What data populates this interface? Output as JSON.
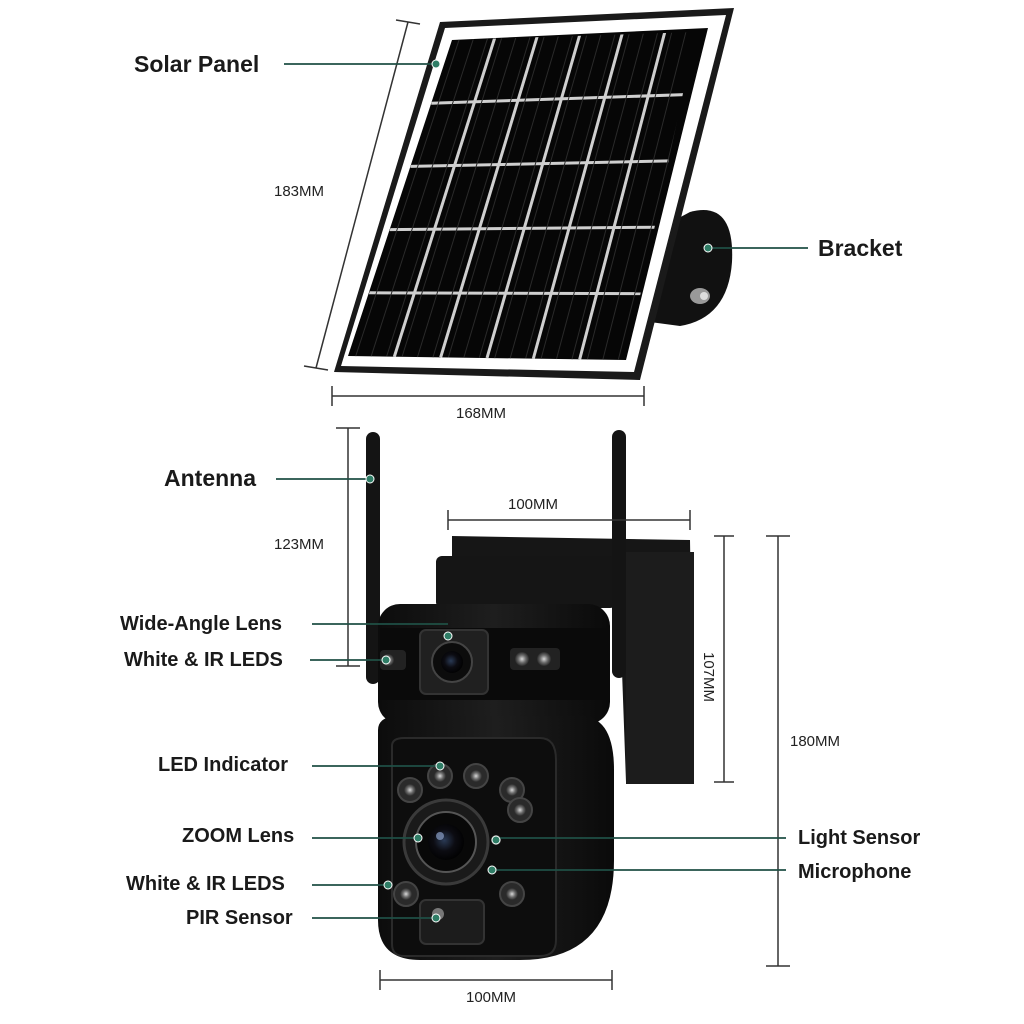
{
  "colors": {
    "leader_line": "#1f4f45",
    "leader_dot": "#2f7d66",
    "dimension_line": "#333333",
    "panel_frame": "#ffffff",
    "panel_cell": "#0b0b0b",
    "camera_body": "#141414"
  },
  "labels": {
    "solar_panel": "Solar Panel",
    "bracket": "Bracket",
    "antenna": "Antenna",
    "wide_angle_lens": "Wide-Angle Lens",
    "white_ir_leds_top": "White & IR LEDS",
    "led_indicator": "LED Indicator",
    "zoom_lens": "ZOOM Lens",
    "white_ir_leds_bottom": "White & IR LEDS",
    "pir_sensor": "PIR Sensor",
    "light_sensor": "Light Sensor",
    "microphone": "Microphone"
  },
  "dimensions": {
    "panel_height": "183MM",
    "panel_width": "168MM",
    "antenna_height": "123MM",
    "camera_top_width": "100MM",
    "camera_upper_height": "107MM",
    "camera_total_height": "180MM",
    "camera_bottom_width": "100MM"
  }
}
